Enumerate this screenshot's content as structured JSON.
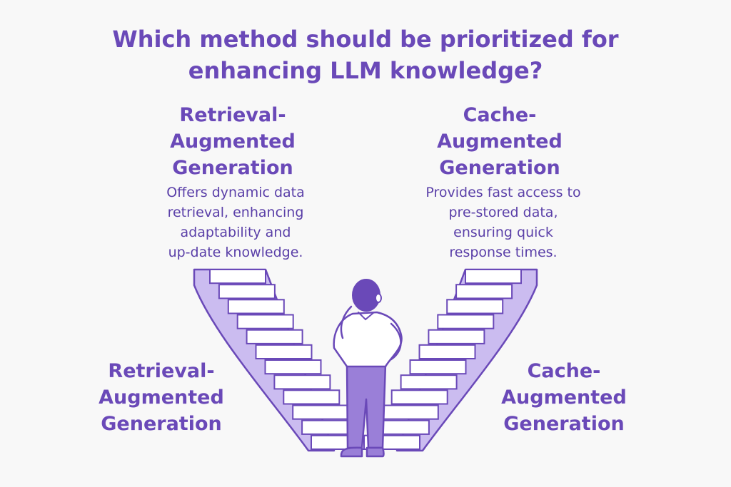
{
  "title": {
    "line1": "Which method should be prioritized for",
    "line2": "enhancing LLM knowledge?"
  },
  "rag_top": {
    "lines": [
      "Retrieval-",
      "Augmented",
      "Generation"
    ]
  },
  "cag_top": {
    "lines": [
      "Cache-",
      "Augmented",
      "Generation"
    ]
  },
  "rag_description": {
    "lines": [
      "Offers dynamic data",
      "retrieval, enhancing",
      "adaptability and",
      "up-date knowledge."
    ]
  },
  "cag_description": {
    "lines": [
      "Provides fast access to",
      "pre-stored data,",
      "ensuring quick",
      "response times."
    ]
  },
  "rag_bottom": {
    "lines": [
      "Retrieval-",
      "Augmented",
      "Generation"
    ]
  },
  "cag_bottom": {
    "lines": [
      "Cache-",
      "Augmented",
      "Generation"
    ]
  },
  "colors": {
    "accent": "#6a49b8",
    "stair_fill": "#cbbcf0",
    "step_fill": "#ffffff",
    "background": "#f8f8f8",
    "figure_pants": "#9a7fd8",
    "figure_hair": "#6a49b8"
  }
}
